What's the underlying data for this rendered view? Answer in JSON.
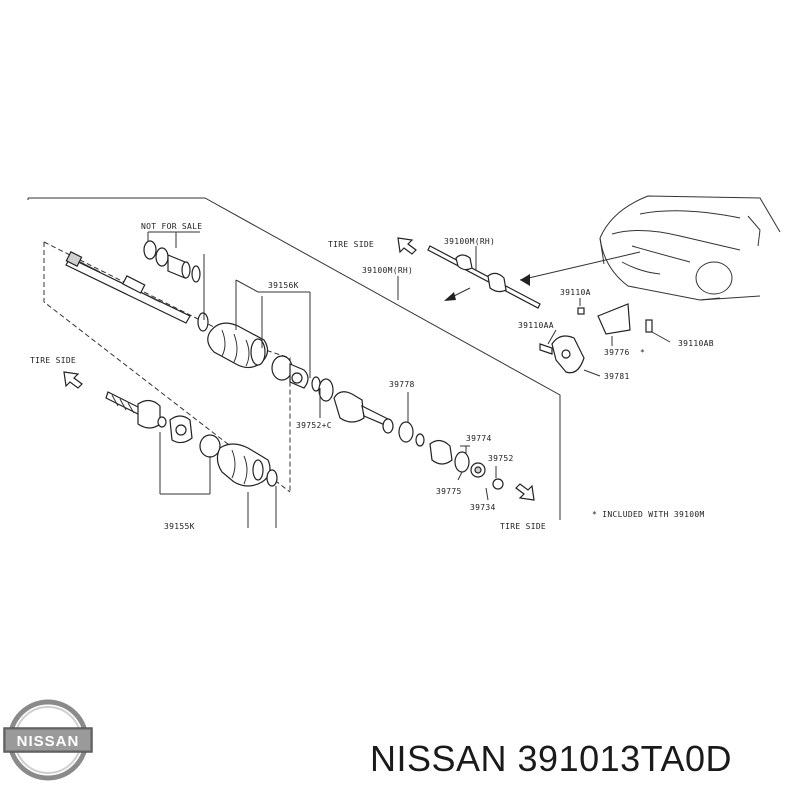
{
  "diagram": {
    "labels": {
      "not_for_sale": "NOT FOR SALE",
      "tire_side_top": "TIRE SIDE",
      "tire_side_left": "TIRE SIDE",
      "tire_side_bottom": "TIRE SIDE",
      "p39100m_rh": "39100M(RH)",
      "p39100m_rh2": "39100M(RH)",
      "p39156k": "39156K",
      "p39155k": "39155K",
      "p39752c": "39752+C",
      "p39778": "39778",
      "p39774": "39774",
      "p39752": "39752",
      "p39775": "39775",
      "p39734": "39734",
      "p39110a": "39110A",
      "p39110aa": "39110AA",
      "p39110ab": "39110AB",
      "p39776": "39776",
      "p39776_star": "*",
      "p39781": "39781",
      "note": "* INCLUDED WITH 39100M"
    }
  },
  "footer": {
    "brand_logo_text": "NISSAN",
    "part_title": "NISSAN 391013TA0D"
  }
}
